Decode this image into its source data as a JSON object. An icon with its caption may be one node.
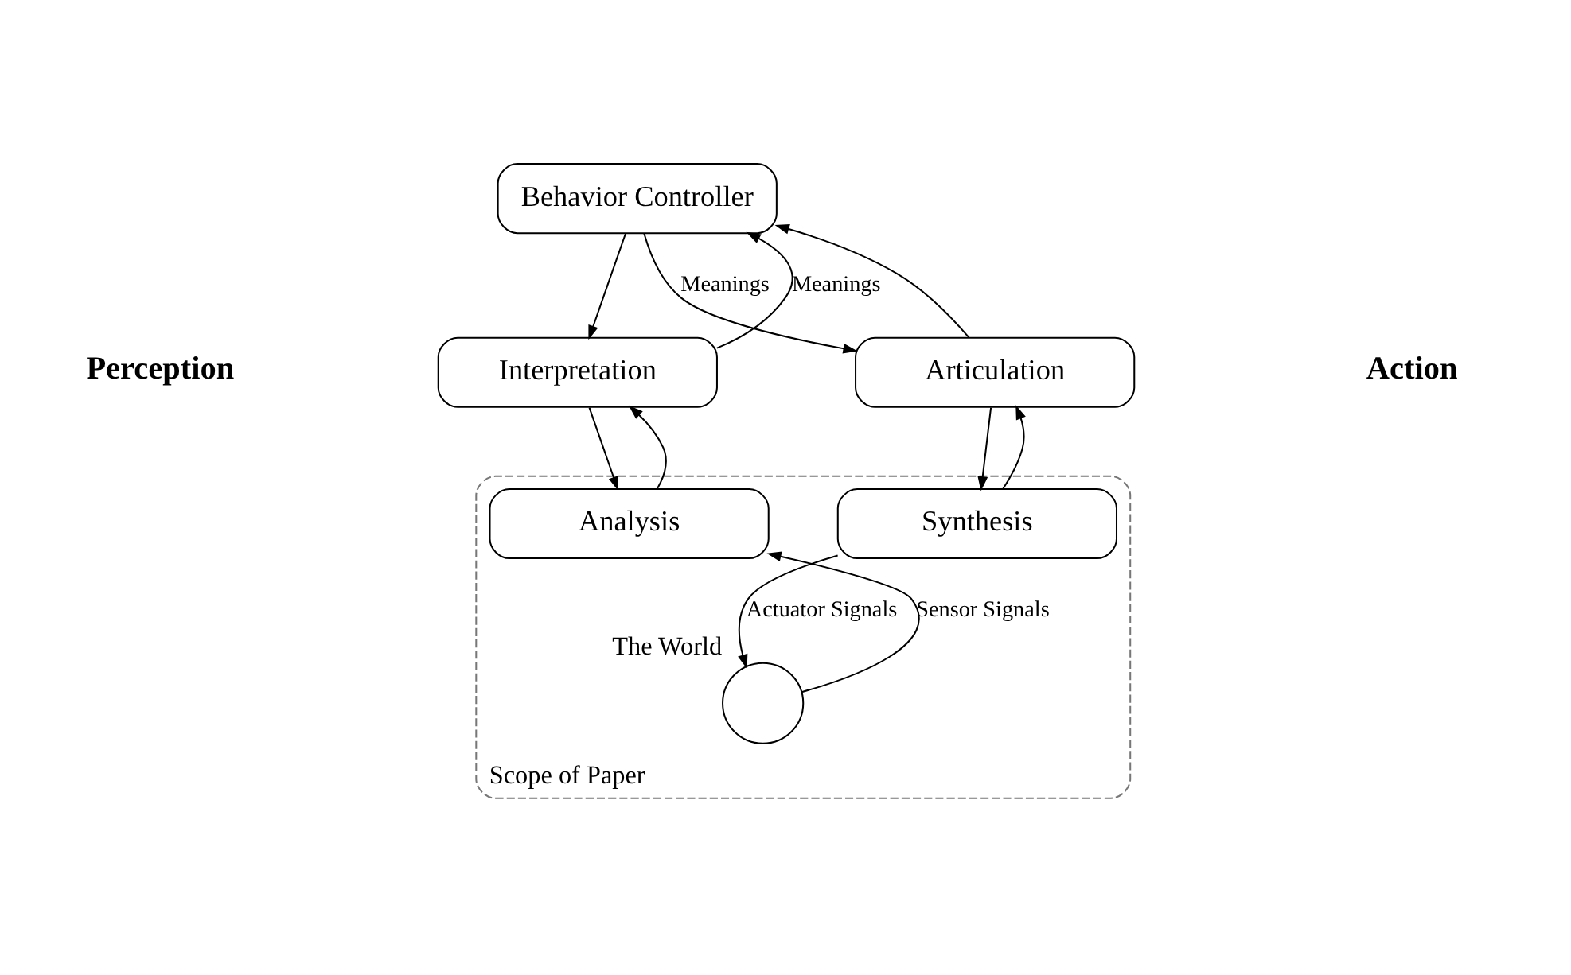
{
  "diagram": {
    "nodes": [
      {
        "text": [
          "Behavior Controller"
        ]
      },
      {
        "text": [
          "Interpretation"
        ]
      },
      {
        "text": [
          "Articulation"
        ]
      },
      {
        "text": [
          "Scope of Paper"
        ]
      },
      {
        "text": [
          "Analysis"
        ],
        "in": 3
      },
      {
        "text": [
          "Synthesis"
        ],
        "in": 3
      },
      {
        "text": [],
        "shape": "circle",
        "beside": [
          "The World"
        ],
        "in": 3
      }
    ],
    "edges": [
      {
        "from": 1,
        "to": 0,
        "arrow": "to",
        "label": "Meanings"
      },
      {
        "from": 0,
        "to": 1,
        "arrow": "to"
      },
      {
        "from": 0,
        "to": 2,
        "arrow": "to",
        "label": "Meanings"
      },
      {
        "from": 2,
        "to": 0,
        "arrow": "to"
      },
      {
        "from": 4,
        "to": 1,
        "arrow": "to"
      },
      {
        "from": 1,
        "to": 4,
        "arrow": "to"
      },
      {
        "from": 2,
        "to": 5,
        "arrow": "to"
      },
      {
        "from": 5,
        "to": 2,
        "arrow": "to"
      },
      {
        "from": 6,
        "to": 4,
        "arrow": "to",
        "label": "Sensor Signals"
      },
      {
        "from": 5,
        "to": 6,
        "arrow": "to",
        "label": "Actuator Signals"
      }
    ],
    "labels": [
      "Perception",
      "Action"
    ]
  }
}
